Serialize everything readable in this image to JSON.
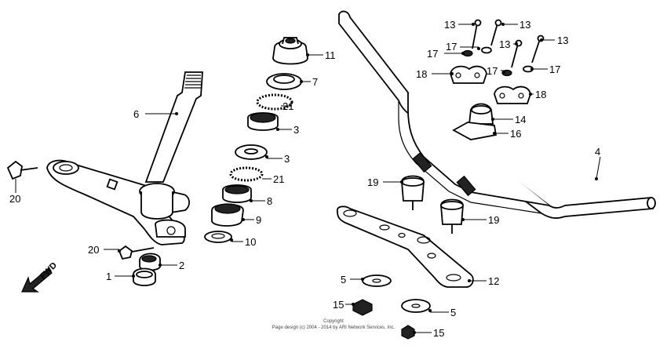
{
  "fwd_label": "FWD",
  "labels": [
    {
      "id": "13a",
      "text": "13"
    },
    {
      "id": "13b",
      "text": "13"
    },
    {
      "id": "13c",
      "text": "13"
    },
    {
      "id": "13d",
      "text": "13"
    },
    {
      "id": "17a",
      "text": "17"
    },
    {
      "id": "17b",
      "text": "17"
    },
    {
      "id": "17c",
      "text": "17"
    },
    {
      "id": "17d",
      "text": "17"
    },
    {
      "id": "18a",
      "text": "18"
    },
    {
      "id": "18b",
      "text": "18"
    },
    {
      "id": "11",
      "text": "11"
    },
    {
      "id": "7",
      "text": "7"
    },
    {
      "id": "21a",
      "text": "21"
    },
    {
      "id": "3a",
      "text": "3"
    },
    {
      "id": "3b",
      "text": "3"
    },
    {
      "id": "21b",
      "text": "21"
    },
    {
      "id": "8",
      "text": "8"
    },
    {
      "id": "9",
      "text": "9"
    },
    {
      "id": "10",
      "text": "10"
    },
    {
      "id": "6",
      "text": "6"
    },
    {
      "id": "20a",
      "text": "20"
    },
    {
      "id": "20b",
      "text": "20"
    },
    {
      "id": "2",
      "text": "2"
    },
    {
      "id": "1",
      "text": "1"
    },
    {
      "id": "14",
      "text": "14"
    },
    {
      "id": "16",
      "text": "16"
    },
    {
      "id": "4",
      "text": "4"
    },
    {
      "id": "19a",
      "text": "19"
    },
    {
      "id": "19b",
      "text": "19"
    },
    {
      "id": "12",
      "text": "12"
    },
    {
      "id": "5a",
      "text": "5"
    },
    {
      "id": "5b",
      "text": "5"
    },
    {
      "id": "15a",
      "text": "15"
    },
    {
      "id": "15b",
      "text": "15"
    }
  ],
  "copyright": {
    "line1": "Copyright",
    "line2": "Page design (c) 2004 - 2014 by ARI Network Services, Inc."
  }
}
